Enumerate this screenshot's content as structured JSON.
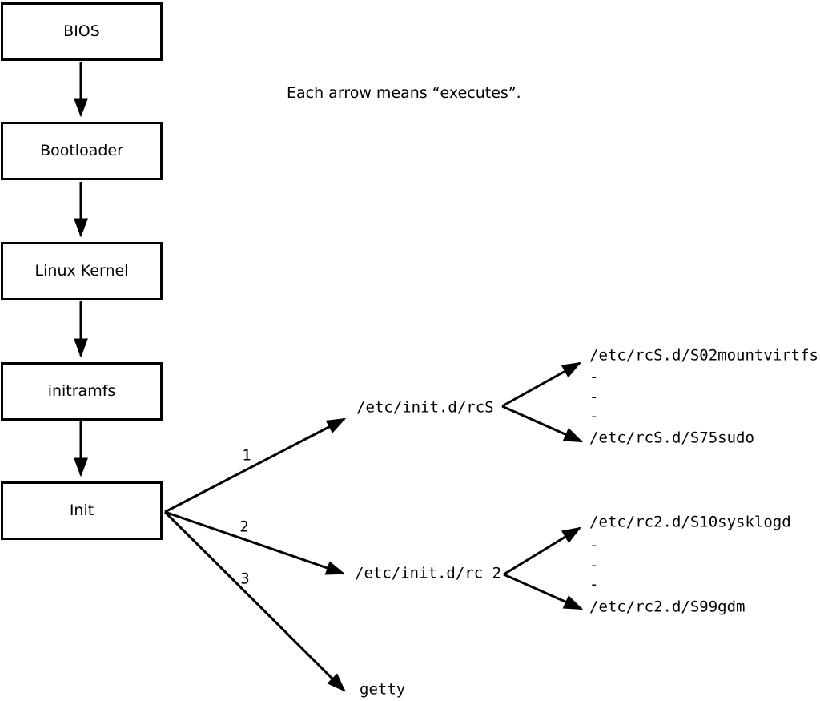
{
  "note": "Each arrow means “executes”.",
  "boxes": [
    {
      "id": "bios",
      "label": "BIOS"
    },
    {
      "id": "bootloader",
      "label": "Bootloader"
    },
    {
      "id": "kernel",
      "label": "Linux Kernel"
    },
    {
      "id": "initramfs",
      "label": "initramfs"
    },
    {
      "id": "init",
      "label": "Init"
    }
  ],
  "arrow_labels": [
    "1",
    "2",
    "3"
  ],
  "runlevel_scripts": {
    "rcs": {
      "label": "/etc/init.d/rcS",
      "children": [
        "/etc/rcS.d/S02mountvirtfs",
        "-",
        "-",
        "-",
        "/etc/rcS.d/S75sudo"
      ]
    },
    "rc2": {
      "label": "/etc/init.d/rc 2",
      "children": [
        "/etc/rc2.d/S10sysklogd",
        "-",
        "-",
        "-",
        "/etc/rc2.d/S99gdm"
      ]
    },
    "getty": {
      "label": "getty"
    }
  },
  "colors": {
    "line": "#000000",
    "background": "#ffffff"
  }
}
